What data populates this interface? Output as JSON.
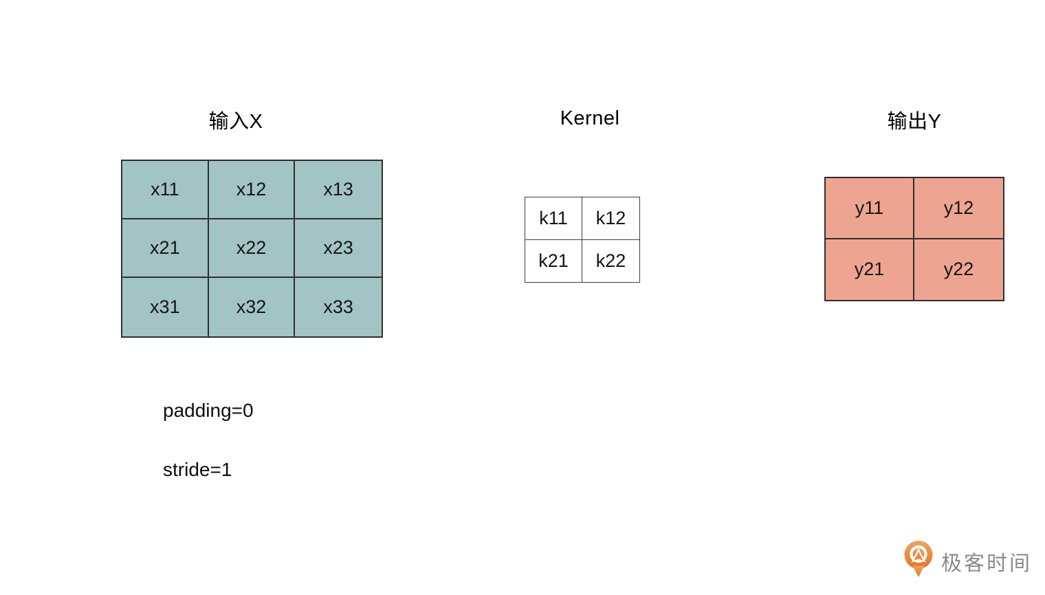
{
  "input_matrix": {
    "title": "输入X",
    "rows": 3,
    "cols": 3,
    "cells": [
      [
        "x11",
        "x12",
        "x13"
      ],
      [
        "x21",
        "x22",
        "x23"
      ],
      [
        "x31",
        "x32",
        "x33"
      ]
    ],
    "fill_color": "#a2c4c5",
    "border_color": "#2e2e2e"
  },
  "kernel_matrix": {
    "title": "Kernel",
    "rows": 2,
    "cols": 2,
    "cells": [
      [
        "k11",
        "k12"
      ],
      [
        "k21",
        "k22"
      ]
    ],
    "fill_color": "#ffffff",
    "border_color": "#3c3c3c"
  },
  "output_matrix": {
    "title": "输出Y",
    "rows": 2,
    "cols": 2,
    "cells": [
      [
        "y11",
        "y12"
      ],
      [
        "y21",
        "y22"
      ]
    ],
    "fill_color": "#eda592",
    "border_color": "#2e2e2e"
  },
  "annotations": {
    "padding": "padding=0",
    "stride": "stride=1"
  },
  "logo": {
    "text": "极客时间",
    "icon": "geektime-pin-icon",
    "icon_color_top": "#f2a45f",
    "icon_color_bottom": "#e0762a",
    "text_color": "#8b8b8b"
  }
}
